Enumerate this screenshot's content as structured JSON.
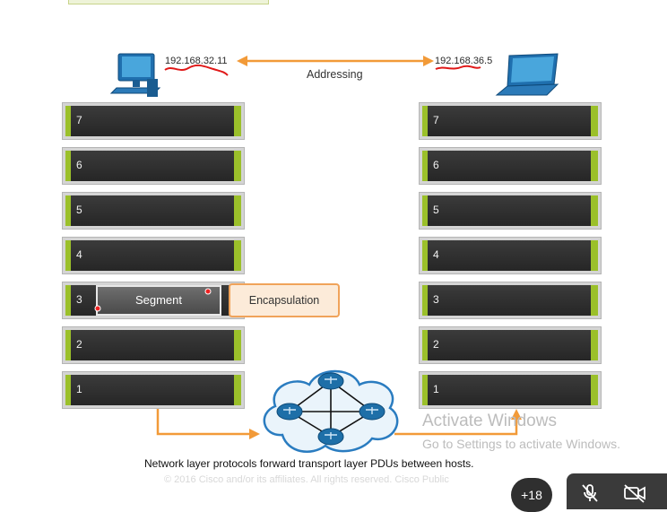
{
  "left_host": {
    "ip": "192.168.32.11"
  },
  "right_host": {
    "ip": "192.168.36.5"
  },
  "addressing_label": "Addressing",
  "layers": [
    "7",
    "6",
    "5",
    "4",
    "3",
    "2",
    "1"
  ],
  "segment_label": "Segment",
  "encapsulation_label": "Encapsulation",
  "caption": "Network layer protocols forward transport layer PDUs between hosts.",
  "copyright": "© 2016  Cisco and/or its affiliates. All rights reserved.   Cisco Public",
  "watermark": {
    "title": "Activate Windows",
    "subtitle": "Go to Settings to activate Windows."
  },
  "participants_badge": "+18",
  "colors": {
    "layer_accent": "#9bc02a",
    "arrow": "#f29a38",
    "router": "#1e6fa8",
    "cloud": "#eaf4fb"
  },
  "icons": [
    "desktop-computer-icon",
    "laptop-icon",
    "router-icon",
    "network-cloud-icon",
    "mic-off-icon",
    "camera-off-icon"
  ]
}
